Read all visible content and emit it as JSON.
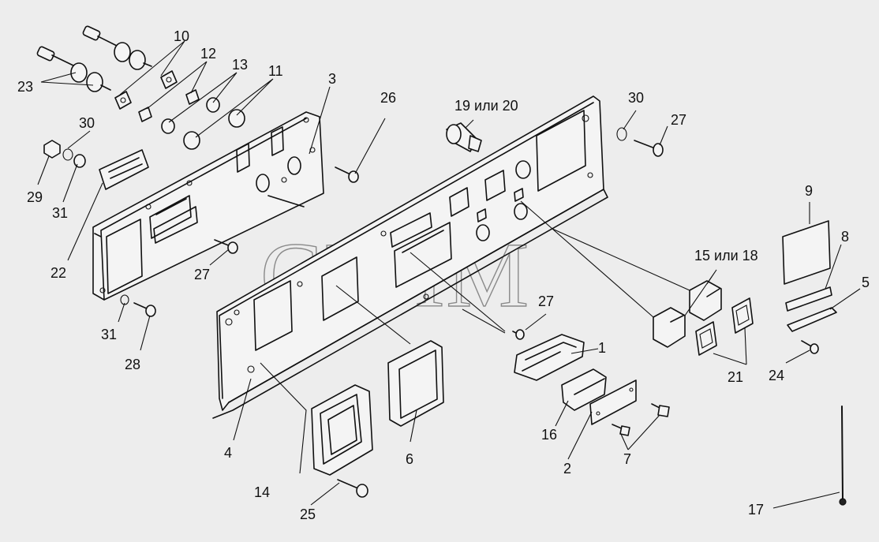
{
  "watermark": "СЕЛМ",
  "labels": {
    "l1": "1",
    "l2": "2",
    "l3": "3",
    "l4": "4",
    "l5": "5",
    "l6": "6",
    "l7": "7",
    "l8": "8",
    "l9": "9",
    "l10": "10",
    "l11": "11",
    "l12": "12",
    "l13": "13",
    "l14": "14",
    "l15": "15 или 18",
    "l16": "16",
    "l17": "17",
    "l19": "19 или 20",
    "l21": "21",
    "l22": "22",
    "l23": "23",
    "l24": "24",
    "l25": "25",
    "l26": "26",
    "l27a": "27",
    "l27b": "27",
    "l27c": "27",
    "l28": "28",
    "l29": "29",
    "l30a": "30",
    "l30b": "30",
    "l31a": "31",
    "l31b": "31"
  }
}
